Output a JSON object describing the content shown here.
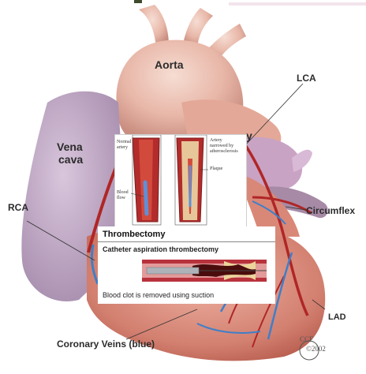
{
  "labels": {
    "aorta": "Aorta",
    "lca": "LCA",
    "vena_cava_line1": "Vena",
    "vena_cava_line2": "cava",
    "rca": "RCA",
    "circumflex": "Circumflex",
    "lad": "LAD",
    "coronary_veins": "Coronary Veins (blue)",
    "lca_fragment": "y"
  },
  "artery_inset": {
    "normal_line1": "Normal",
    "normal_line2": "artery",
    "narrowed_line1": "Artery",
    "narrowed_line2": "narrowed by",
    "narrowed_line3": "atherosclerosis",
    "plaque": "Plaque",
    "blood_line1": "Blood",
    "blood_line2": "flow"
  },
  "thrombectomy_inset": {
    "title": "Thrombectomy",
    "subtitle": "Catheter aspiration thrombectomy",
    "caption": "Blood clot is removed using suction"
  },
  "logo": {
    "mark": "CCF",
    "year": "©2002"
  },
  "colors": {
    "heart_muscle": "#d89a8c",
    "vessel_red": "#b02626",
    "vein_blue": "#3e7fc9",
    "label_text": "#2b2b2b"
  }
}
